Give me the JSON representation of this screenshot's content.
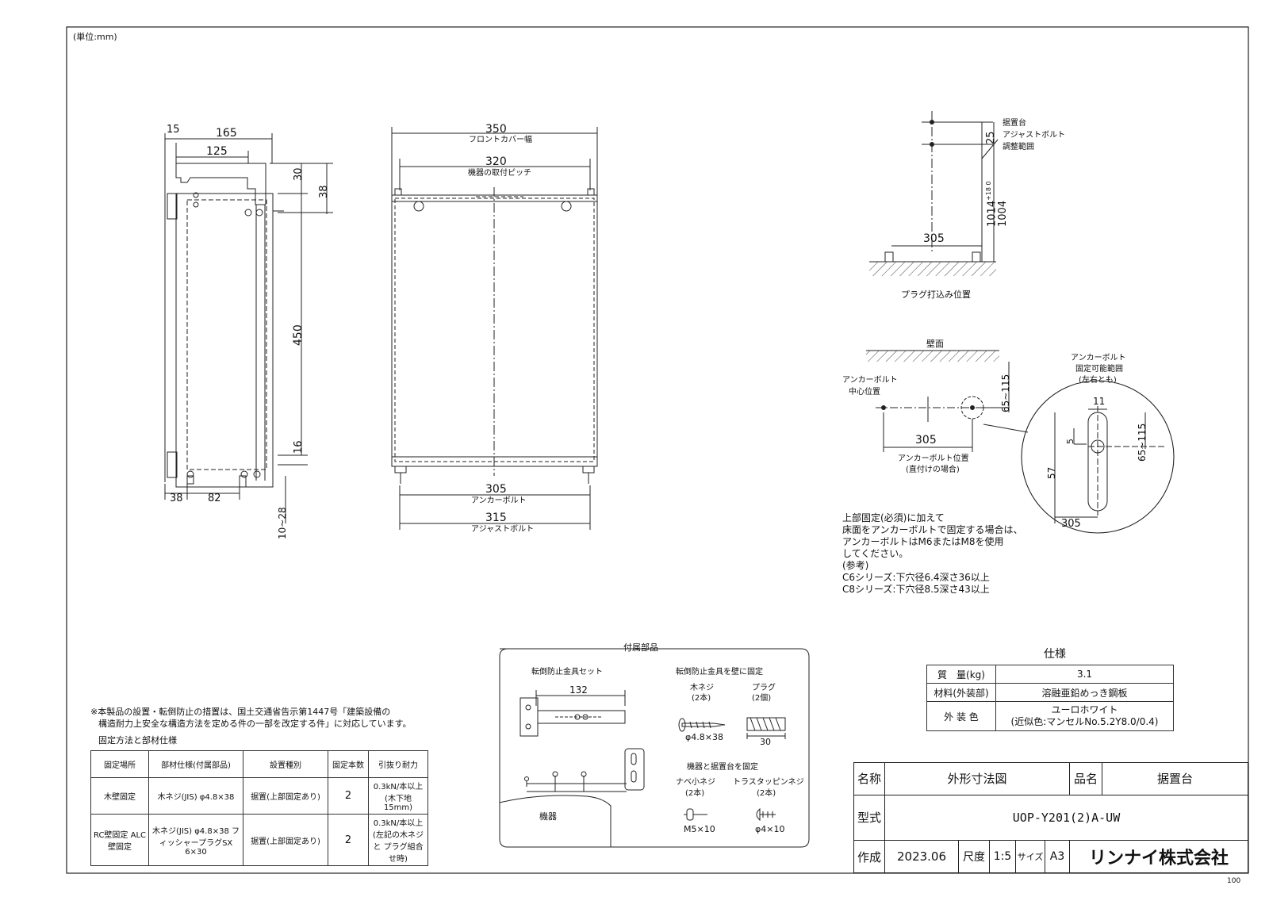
{
  "unit_note": "(単位:mm)",
  "page_code": "100",
  "side_view": {
    "dims": {
      "d15": "15",
      "d165": "165",
      "d125": "125",
      "d30": "30",
      "d38_top": "38",
      "d450": "450",
      "d16": "16",
      "d38_bottom": "38",
      "d82": "82",
      "d10_28": "10~28"
    }
  },
  "front_view": {
    "dim_350": "350",
    "label_350": "フロントカバー幅",
    "dim_320": "320",
    "label_320": "機器の取付ピッチ",
    "dim_305": "305",
    "label_305": "アンカーボルト",
    "dim_315": "315",
    "label_315": "アジャストボルト"
  },
  "adjust_view": {
    "d25": "25",
    "d1014": "1014",
    "d1014_tol": "+18 0",
    "d1004": "1004",
    "d305": "305",
    "label_lines": [
      "据置台",
      "アジャストボルト",
      "調整範囲"
    ],
    "caption": "プラグ打込み位置"
  },
  "plan_view": {
    "wall": "壁面",
    "anchor_center": [
      "アンカーボルト",
      "中心位置"
    ],
    "d65_115": "65~115",
    "d305": "305",
    "caption": [
      "アンカーボルト位置",
      "(直付けの場合)"
    ],
    "range_label": [
      "アンカーボルト",
      "固定可能範囲",
      "(左右とも)"
    ],
    "detail": {
      "d11": "11",
      "d5": "5",
      "d65_115": "65~115",
      "d57": "57",
      "d305": "305"
    }
  },
  "notes": [
    "上部固定(必須)に加えて",
    "床面をアンカーボルトで固定する場合は、",
    "アンカーボルトはM6またはM8を使用",
    "してください。",
    "(参考)",
    "C6シリーズ:下穴径6.4深さ36以上",
    "C8シリーズ:下穴径8.5深さ43以上"
  ],
  "spec": {
    "title": "仕様",
    "rows": [
      {
        "label": "質　量(kg)",
        "value": "3.1"
      },
      {
        "label": "材料(外装部)",
        "value": "溶融亜鉛めっき鋼板"
      },
      {
        "label": "外 装 色",
        "value": "ユーロホワイト",
        "value2": "(近似色:マンセルNo.5.2Y8.0/0.4)"
      }
    ]
  },
  "accessories": {
    "title": "付属部品",
    "set_title": "転倒防止金具セット",
    "set_dim": "132",
    "wall_title": "転倒防止金具を壁に固定",
    "wood_screw": [
      "木ネジ",
      "(2本)"
    ],
    "wood_screw_size": "φ4.8×38",
    "plug": [
      "プラグ",
      "(2個)"
    ],
    "plug_size": "30",
    "base_title": "機器と据置台を固定",
    "pan_screw": [
      "ナベ小ネジ",
      "(2本)"
    ],
    "pan_size": "M5×10",
    "truss_screw": [
      "トラスタッピンネジ",
      "(2本)"
    ],
    "truss_size": "φ4×10",
    "unit_label": "機器"
  },
  "regulation": [
    "※本製品の設置・転倒防止の措置は、国土交通省告示第1447号「建築設備の",
    "構造耐力上安全な構造方法を定める件の一部を改定する件」に対応しています。"
  ],
  "fixing": {
    "title": "固定方法と部材仕様",
    "headers": [
      "固定場所",
      "部材仕様(付属部品)",
      "設置種別",
      "固定本数",
      "引抜り耐力"
    ],
    "rows": [
      {
        "place": "木壁固定",
        "material": "木ネジ(JIS) φ4.8×38",
        "type": "据置(上部固定あり)",
        "count": "2",
        "strength": "0.3kN/本以上 (木下地15mm)"
      },
      {
        "place": "RC壁固定 ALC壁固定",
        "material": "木ネジ(JIS) φ4.8×38 フィッシャープラグSX 6×30",
        "type": "据置(上部固定あり)",
        "count": "2",
        "strength": "0.3kN/本以上 (左記の木ネジと プラグ組合せ時)"
      }
    ]
  },
  "title_block": {
    "name_label": "名称",
    "name": "外形寸法図",
    "product_label": "品名",
    "product": "据置台",
    "model_label": "型式",
    "model": "UOP-Y201(2)A-UW",
    "made_label": "作成",
    "date": "2023.06",
    "scale_label": "尺度",
    "scale": "1:5",
    "size_label": "サイズ",
    "size": "A3",
    "company": "リンナイ株式会社"
  }
}
